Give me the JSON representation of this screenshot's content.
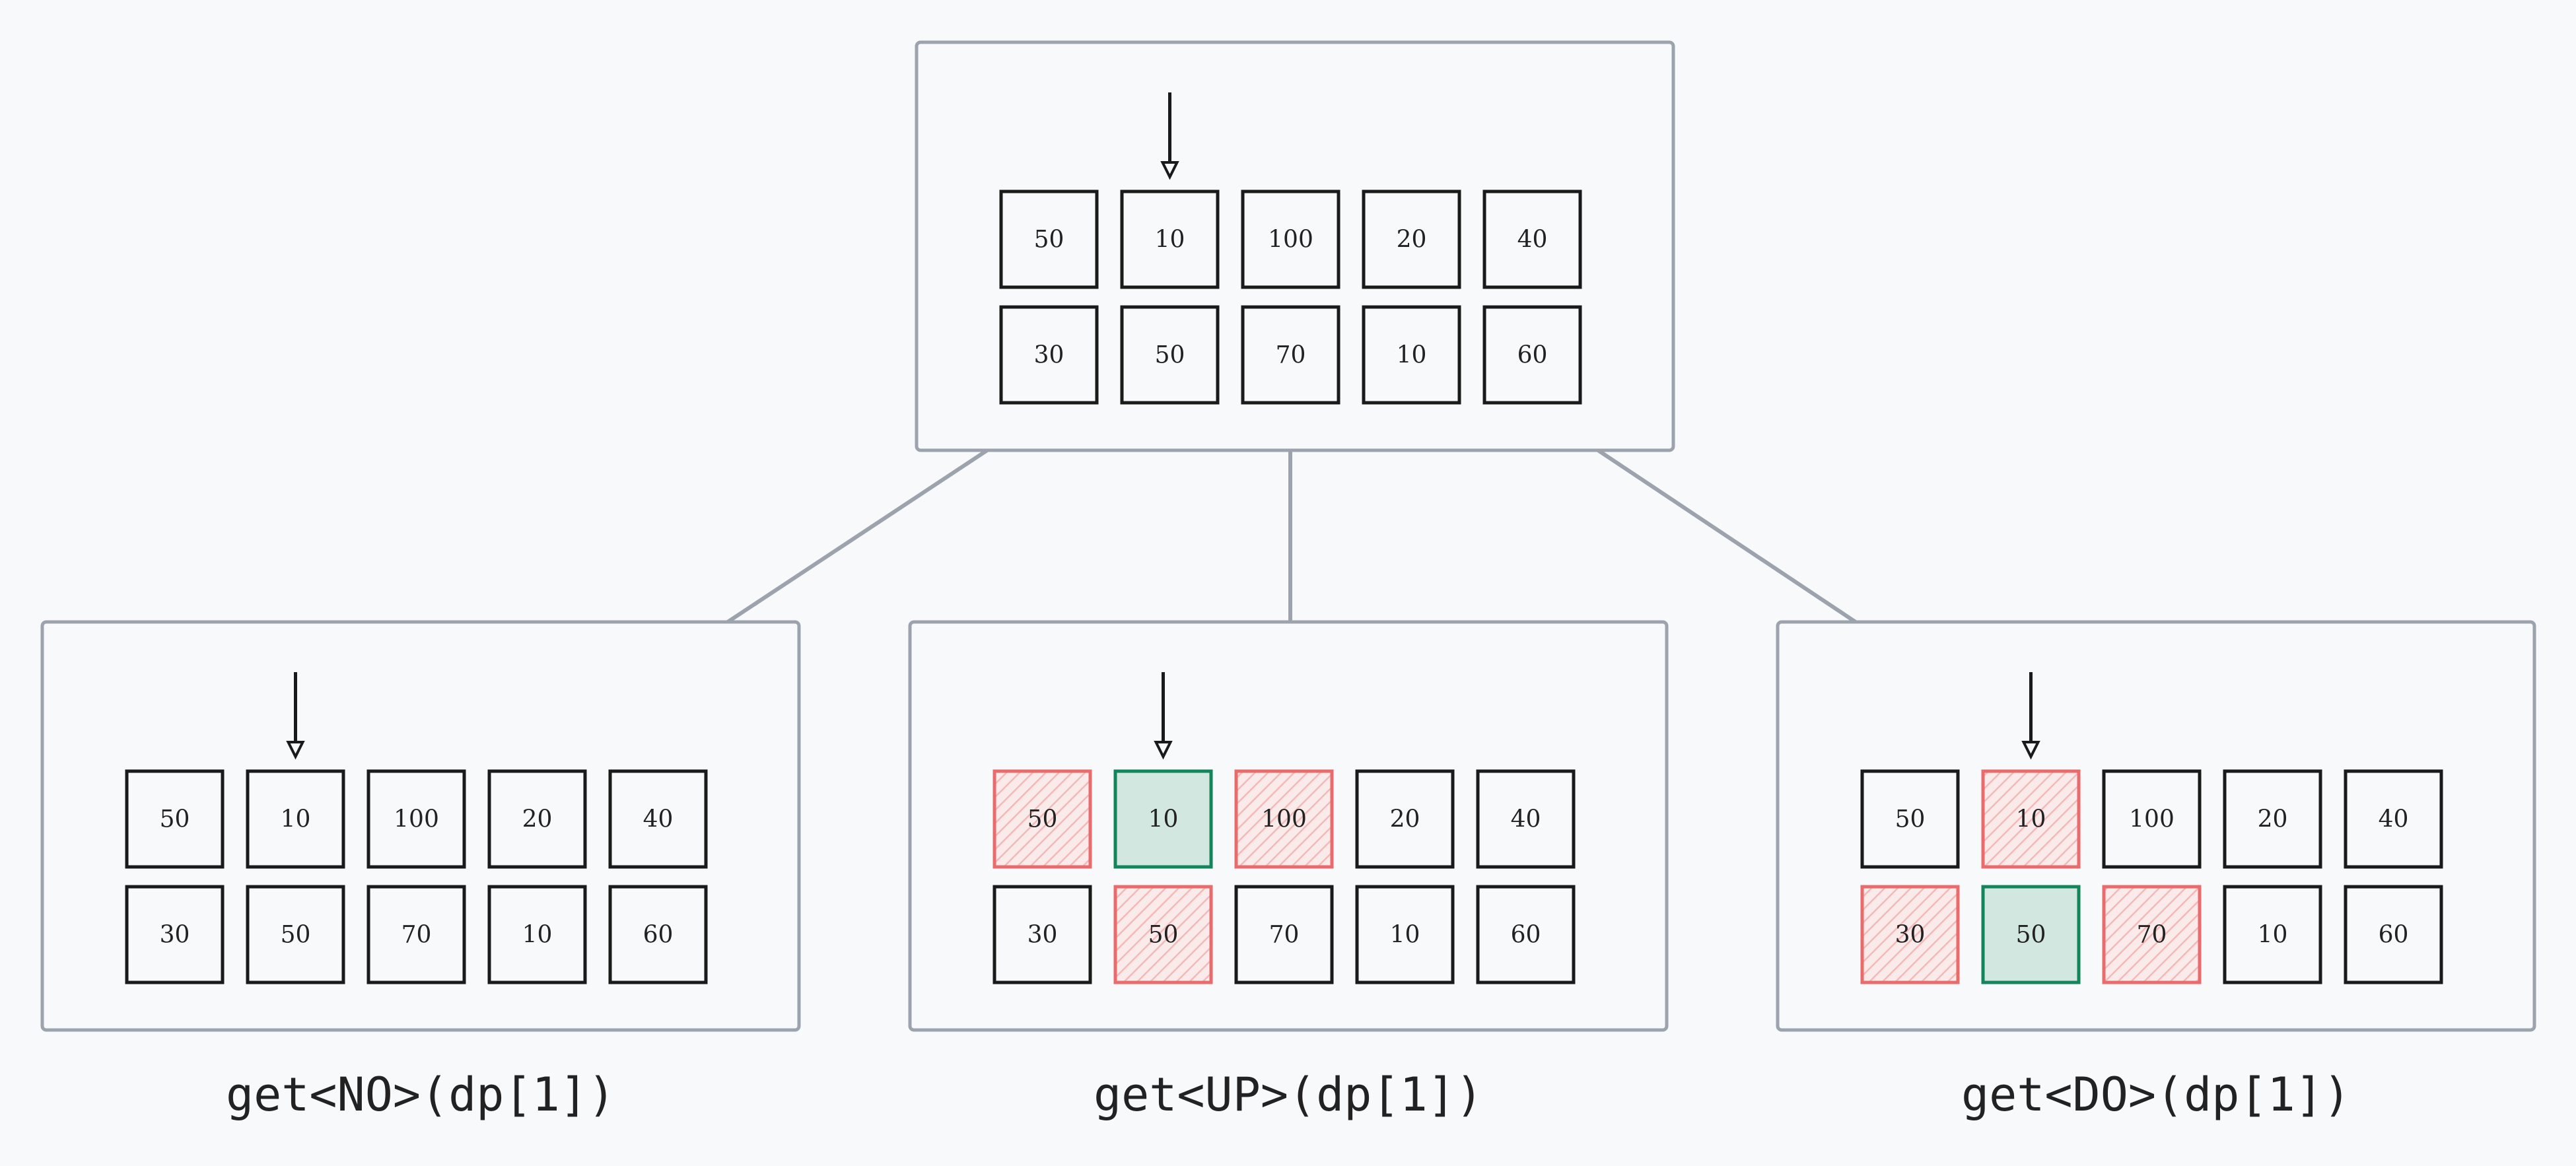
{
  "colors": {
    "background": "#f8f9fb",
    "panel_border": "#9ca3ad",
    "cell_border": "#1a1a1a",
    "excluded_border": "#ea6b6b",
    "excluded_hatch": "#f2b9b9",
    "selected_border": "#12855b",
    "selected_fill": "#d3e7e1",
    "arrow": "#1a1a1a"
  },
  "states": {
    "normal": "plain cell",
    "excluded": "red hatched cell",
    "selected": "green filled cell"
  },
  "panels": [
    {
      "id": "root",
      "caption": "",
      "pointer_column": 1,
      "grid": [
        [
          "50",
          "10",
          "100",
          "20",
          "40"
        ],
        [
          "30",
          "50",
          "70",
          "10",
          "60"
        ]
      ],
      "states": [
        [
          "normal",
          "normal",
          "normal",
          "normal",
          "normal"
        ],
        [
          "normal",
          "normal",
          "normal",
          "normal",
          "normal"
        ]
      ]
    },
    {
      "id": "no",
      "caption": "get<NO>(dp[1])",
      "pointer_column": 1,
      "grid": [
        [
          "50",
          "10",
          "100",
          "20",
          "40"
        ],
        [
          "30",
          "50",
          "70",
          "10",
          "60"
        ]
      ],
      "states": [
        [
          "normal",
          "normal",
          "normal",
          "normal",
          "normal"
        ],
        [
          "normal",
          "normal",
          "normal",
          "normal",
          "normal"
        ]
      ]
    },
    {
      "id": "up",
      "caption": "get<UP>(dp[1])",
      "pointer_column": 1,
      "grid": [
        [
          "50",
          "10",
          "100",
          "20",
          "40"
        ],
        [
          "30",
          "50",
          "70",
          "10",
          "60"
        ]
      ],
      "states": [
        [
          "excluded",
          "selected",
          "excluded",
          "normal",
          "normal"
        ],
        [
          "normal",
          "excluded",
          "normal",
          "normal",
          "normal"
        ]
      ]
    },
    {
      "id": "do",
      "caption": "get<DO>(dp[1])",
      "pointer_column": 1,
      "grid": [
        [
          "50",
          "10",
          "100",
          "20",
          "40"
        ],
        [
          "30",
          "50",
          "70",
          "10",
          "60"
        ]
      ],
      "states": [
        [
          "normal",
          "excluded",
          "normal",
          "normal",
          "normal"
        ],
        [
          "excluded",
          "selected",
          "excluded",
          "normal",
          "normal"
        ]
      ]
    }
  ],
  "edges": [
    {
      "from": "root",
      "to": "no"
    },
    {
      "from": "root",
      "to": "up"
    },
    {
      "from": "root",
      "to": "do"
    }
  ]
}
